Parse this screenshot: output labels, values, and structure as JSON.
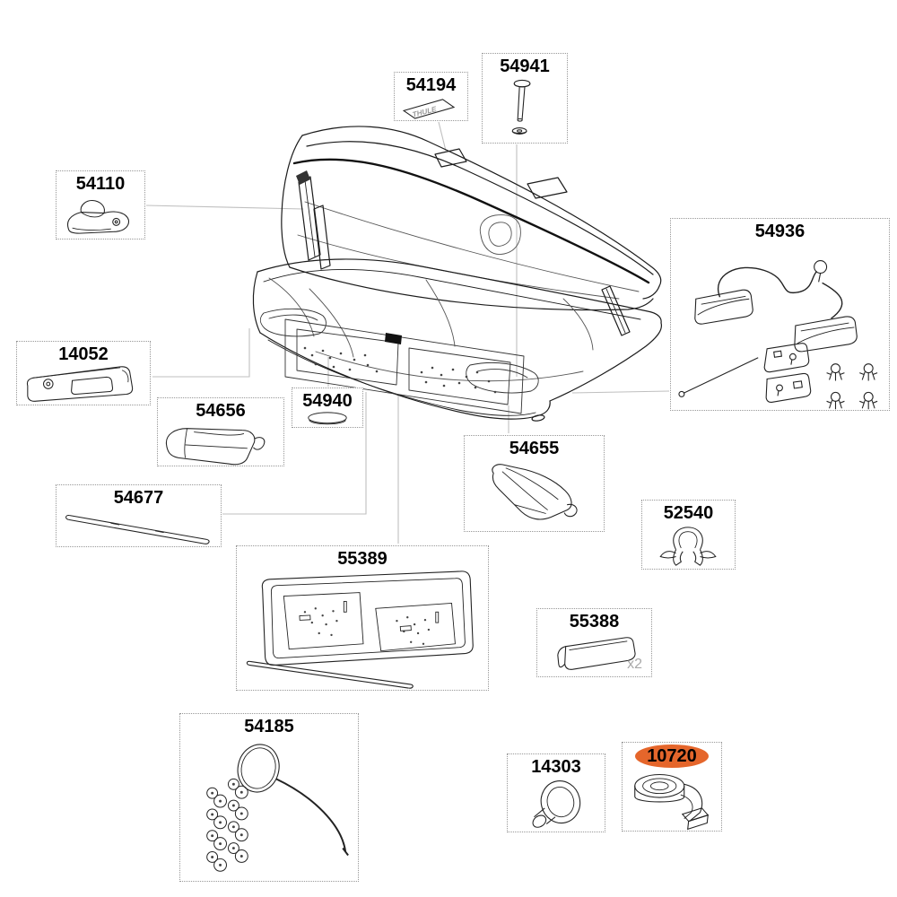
{
  "diagram": {
    "type": "exploded-parts-diagram",
    "product": "roof cargo box assembly",
    "colors": {
      "highlight": "#e5662b",
      "line": "#1c1c1c",
      "leader": "#bfbfbf",
      "box_border": "#979797"
    },
    "parts": [
      {
        "number": "54194",
        "sticker_text": "THULE",
        "highlighted": false
      },
      {
        "number": "54941",
        "highlighted": false
      },
      {
        "number": "54110",
        "highlighted": false
      },
      {
        "number": "54936",
        "highlighted": false
      },
      {
        "number": "14052",
        "highlighted": false
      },
      {
        "number": "54656",
        "highlighted": false
      },
      {
        "number": "54940",
        "highlighted": false
      },
      {
        "number": "54677",
        "highlighted": false
      },
      {
        "number": "54655",
        "highlighted": false
      },
      {
        "number": "52540",
        "highlighted": false
      },
      {
        "number": "55389",
        "highlighted": false
      },
      {
        "number": "55388",
        "qty_note": "x2",
        "highlighted": false
      },
      {
        "number": "54185",
        "highlighted": false
      },
      {
        "number": "14303",
        "highlighted": false
      },
      {
        "number": "10720",
        "highlighted": true
      }
    ]
  }
}
